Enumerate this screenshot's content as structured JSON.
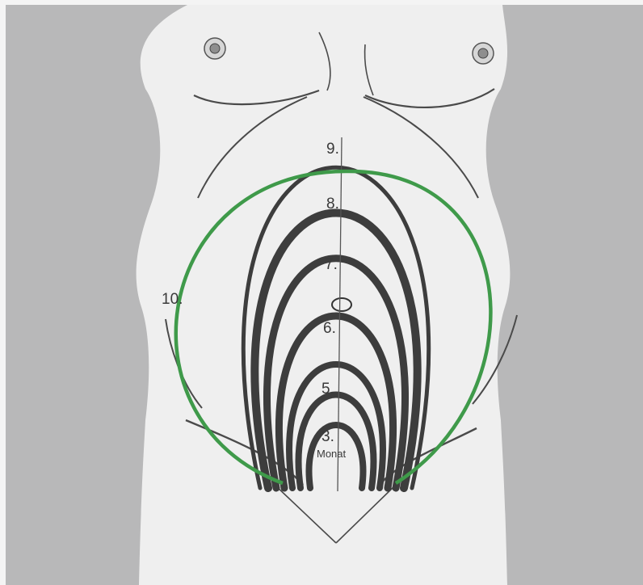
{
  "diagram": {
    "colors": {
      "background": "#b8b8b9",
      "body": "#efefef",
      "contour": "#3d3d3d",
      "tenth_month": "#3f9a4a"
    },
    "labels": {
      "month_3": "3.",
      "month_3_unit": "Monat",
      "month_5": "5.",
      "month_6": "6.",
      "month_7": "7.",
      "month_8": "8.",
      "month_9": "9.",
      "month_10": "10."
    }
  }
}
